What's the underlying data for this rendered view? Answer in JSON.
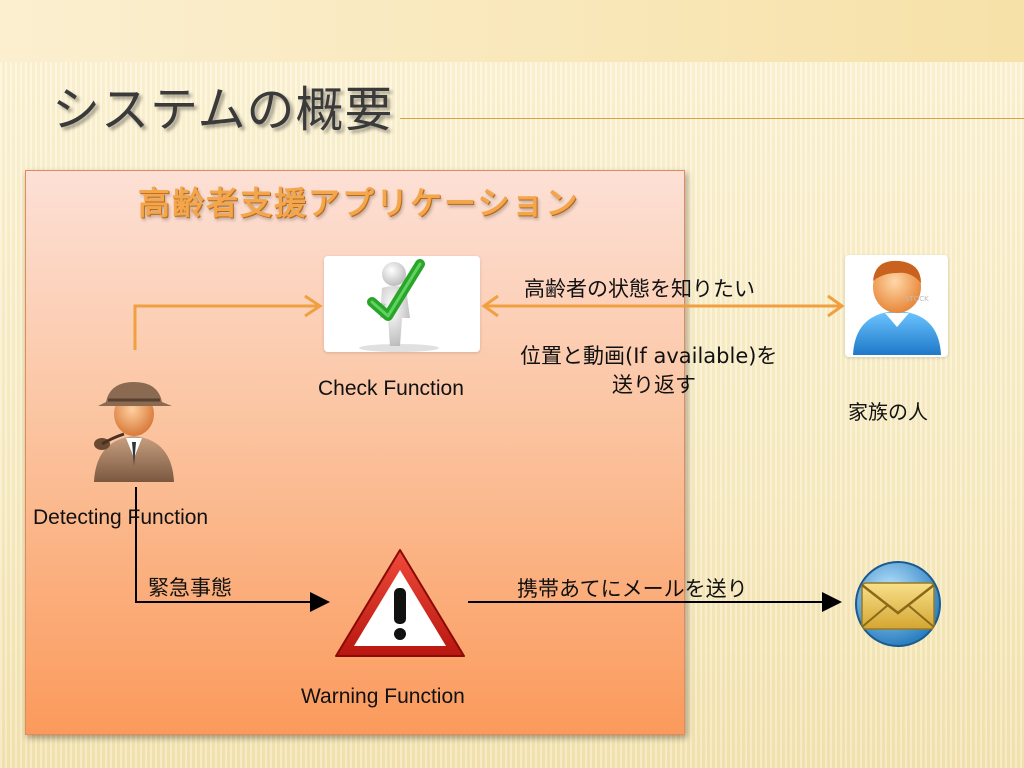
{
  "slide": {
    "title": "システムの概要",
    "panel_title": "高齢者支援アプリケーション"
  },
  "nodes": {
    "check": {
      "label": "Check Function",
      "icon": "person-checkmark-icon"
    },
    "detecting": {
      "label": "Detecting  Function",
      "icon": "detective-icon"
    },
    "warning": {
      "label": "Warning Function",
      "icon": "warning-triangle-icon"
    },
    "family": {
      "label": "家族の人",
      "icon": "family-user-icon"
    },
    "mail": {
      "icon": "mail-globe-icon"
    }
  },
  "edges": {
    "family_check_top": "高齢者の状態を知りたい",
    "family_check_bottom_line1": "位置と動画(If available)を",
    "family_check_bottom_line2": "送り返す",
    "detect_warning": "緊急事態",
    "warning_mail": "携帯あてにメールを送り"
  },
  "colors": {
    "panel_title": "#f3a64b",
    "orange_arrow": "#f0a040",
    "black_arrow": "#000000",
    "warning_red": "#d8231c",
    "check_green": "#2aa52a"
  }
}
